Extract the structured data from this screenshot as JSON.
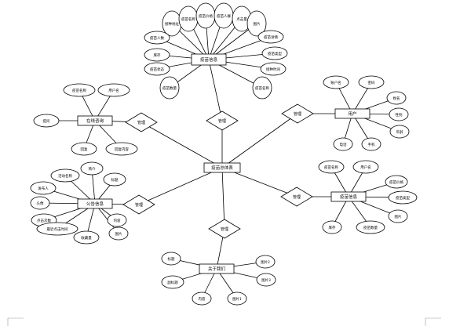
{
  "diagram": {
    "entities": {
      "summary": "疫苗总体表",
      "notice": "疫苗信息",
      "online_consult": "在线咨询",
      "user": "用户",
      "vaccine": "疫苗信息",
      "announcement": "公告信息",
      "about_us": "关于我们"
    },
    "relationships": {
      "r_notice": "管理",
      "r_consult": "管理",
      "r_user": "管理",
      "r_vaccine": "管理",
      "r_announcement": "管理",
      "r_about": "管理"
    },
    "attributes": {
      "notice": [
        "接种地址",
        "疫苗名称",
        "疫苗价格",
        "疫苗人群",
        "点击量",
        "图片",
        "疫苗详情",
        "疫苗类型",
        "接种时间",
        "疫苗名称",
        "疫苗人数",
        "库存",
        "疫苗状态",
        "疫苗数量"
      ],
      "consult": [
        "疫苗名称",
        "用户名",
        "提问",
        "回复",
        "回复内容"
      ],
      "user": [
        "账户名",
        "密码",
        "姓名",
        "性别",
        "年龄",
        "电话",
        "手机"
      ],
      "vaccine": [
        "疫苗名称",
        "用户名",
        "疫苗价格",
        "疫苗类型",
        "图片",
        "库存",
        "疫苗数量"
      ],
      "announcement": [
        "活动名称",
        "简介",
        "标题",
        "发布人",
        "头像",
        "点击次数",
        "最近点击时间",
        "内容",
        "收藏量",
        "图片"
      ],
      "about": [
        "标题",
        "副标题",
        "内容",
        "图片1",
        "图片2",
        "图片3"
      ]
    }
  }
}
